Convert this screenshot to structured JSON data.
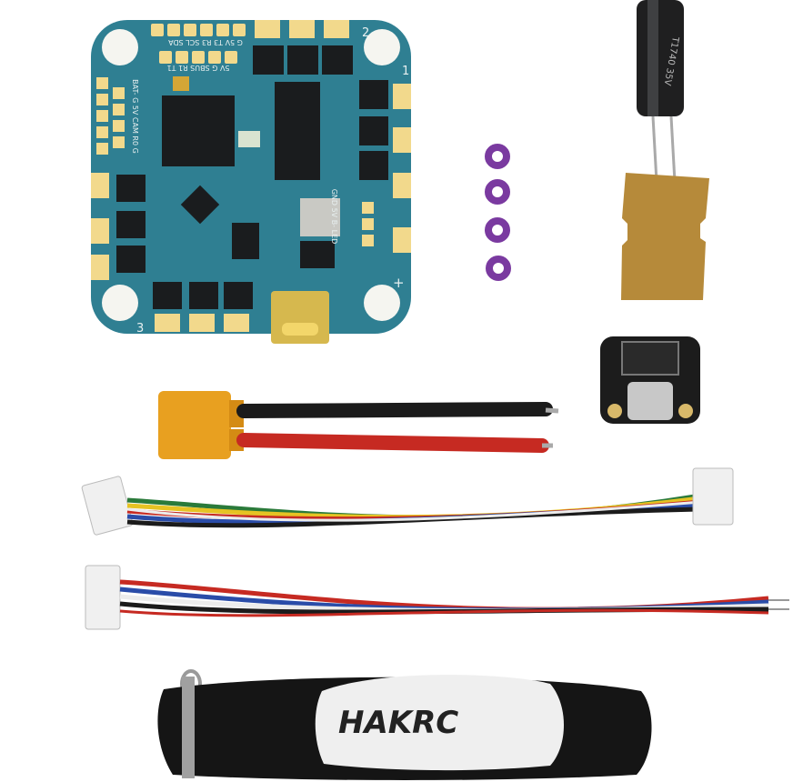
{
  "colors": {
    "pcb": "#2f7f92",
    "pad": "#f2d98c",
    "chip": "#1a1c1e",
    "purple": "#7a3aa0",
    "cable_red": "#c62a22",
    "cable_black": "#1b1b1b",
    "xt30": "#e8a020",
    "strap": "#151515",
    "logo_red": "#c8202a"
  },
  "flight_controller": {
    "silk_top": "G 5V T3 R3 SCL SDA",
    "silk_second": "5V G SBUS R1 T1",
    "silk_left": "BAT- G 5V CAM R0 G",
    "silk_bottom_right": "GND 5V B- LED",
    "corner_labels": [
      "1",
      "2",
      "3",
      "+"
    ]
  },
  "capacitor": {
    "label": "T1740 35V"
  },
  "strap": {
    "logo": "HAKRC"
  }
}
